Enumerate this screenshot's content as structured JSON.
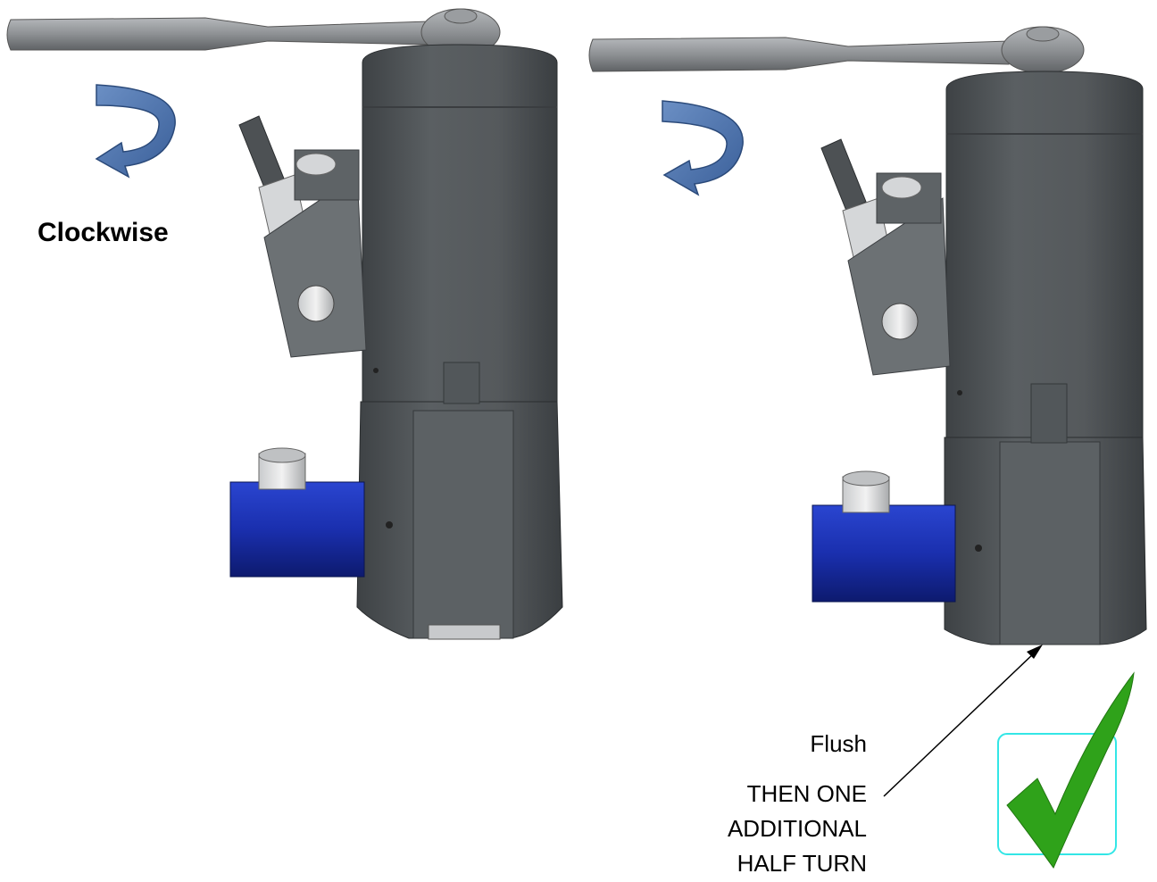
{
  "labels": {
    "direction": "Clockwise",
    "flush": "Flush",
    "instruction": [
      "THEN ONE",
      "ADDITIONAL",
      "HALF TURN"
    ]
  },
  "colors": {
    "body_dark": "#4e5356",
    "body_mid": "#5d6265",
    "bracket": "#6c7174",
    "handle": "#8a8d90",
    "block_blue": "#1a2fae",
    "arrow_blue": "#4a73ad",
    "check_green": "#2fa21a",
    "check_frame": "#33e6e6"
  },
  "icons": [
    "clockwise-arrow-icon",
    "checkmark-icon"
  ]
}
